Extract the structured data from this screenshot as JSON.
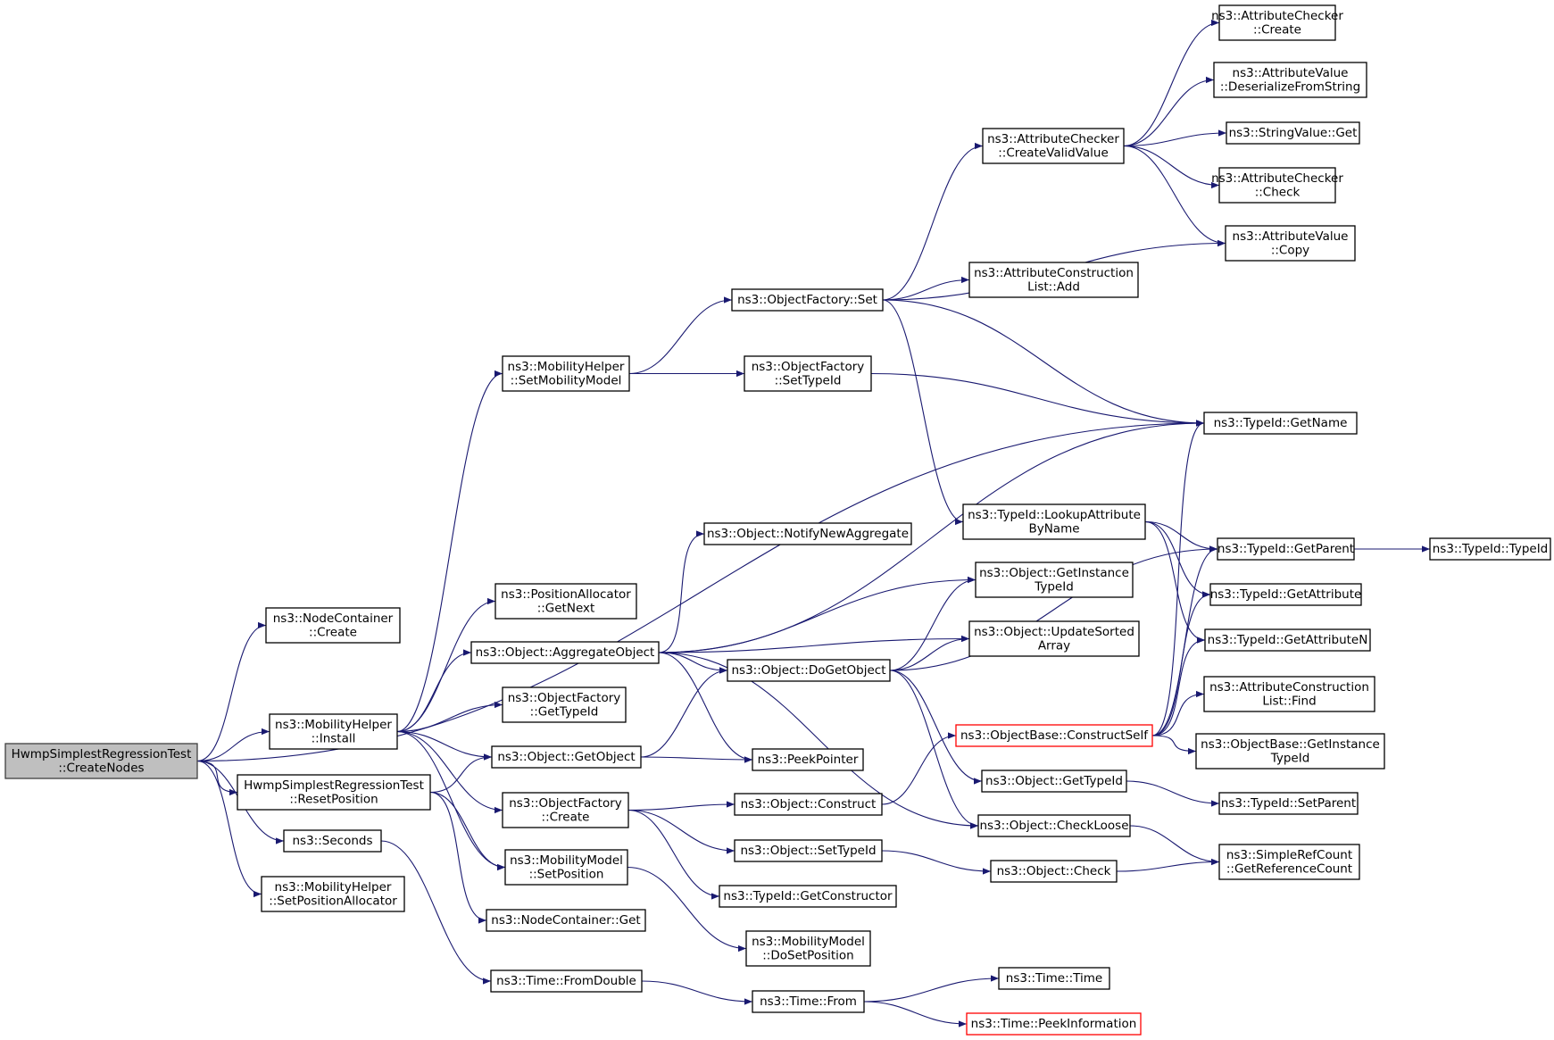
{
  "colors": {
    "edge": "#191970",
    "root_fill": "#bfbfbf",
    "truncated_border": "#ff0000"
  },
  "nodes": [
    {
      "id": "root",
      "lines": [
        "HwmpSimplestRegressionTest",
        "::CreateNodes"
      ],
      "style": "root"
    },
    {
      "id": "nc_create",
      "lines": [
        "ns3::NodeContainer",
        "::Create"
      ]
    },
    {
      "id": "mh_install",
      "lines": [
        "ns3::MobilityHelper",
        "::Install"
      ]
    },
    {
      "id": "hw_reset",
      "lines": [
        "HwmpSimplestRegressionTest",
        "::ResetPosition"
      ]
    },
    {
      "id": "seconds",
      "lines": [
        "ns3::Seconds"
      ]
    },
    {
      "id": "mh_setposalloc",
      "lines": [
        "ns3::MobilityHelper",
        "::SetPositionAllocator"
      ]
    },
    {
      "id": "mh_setmob",
      "lines": [
        "ns3::MobilityHelper",
        "::SetMobilityModel"
      ]
    },
    {
      "id": "pa_getnext",
      "lines": [
        "ns3::PositionAllocator",
        "::GetNext"
      ]
    },
    {
      "id": "obj_aggregate",
      "lines": [
        "ns3::Object::AggregateObject"
      ]
    },
    {
      "id": "of_gettypeid",
      "lines": [
        "ns3::ObjectFactory",
        "::GetTypeId"
      ]
    },
    {
      "id": "obj_getobject",
      "lines": [
        "ns3::Object::GetObject"
      ]
    },
    {
      "id": "of_create",
      "lines": [
        "ns3::ObjectFactory",
        "::Create"
      ]
    },
    {
      "id": "mm_setpos",
      "lines": [
        "ns3::MobilityModel",
        "::SetPosition"
      ]
    },
    {
      "id": "nc_get",
      "lines": [
        "ns3::NodeContainer::Get"
      ]
    },
    {
      "id": "time_fromdouble",
      "lines": [
        "ns3::Time::FromDouble"
      ]
    },
    {
      "id": "of_set",
      "lines": [
        "ns3::ObjectFactory::Set"
      ]
    },
    {
      "id": "of_settypeid",
      "lines": [
        "ns3::ObjectFactory",
        "::SetTypeId"
      ]
    },
    {
      "id": "obj_notify",
      "lines": [
        "ns3::Object::NotifyNewAggregate"
      ]
    },
    {
      "id": "obj_dogetobject",
      "lines": [
        "ns3::Object::DoGetObject"
      ]
    },
    {
      "id": "peekpointer",
      "lines": [
        "ns3::PeekPointer"
      ]
    },
    {
      "id": "obj_construct",
      "lines": [
        "ns3::Object::Construct"
      ]
    },
    {
      "id": "obj_settypeid",
      "lines": [
        "ns3::Object::SetTypeId"
      ]
    },
    {
      "id": "tid_getconstructor",
      "lines": [
        "ns3::TypeId::GetConstructor"
      ]
    },
    {
      "id": "mm_dosetpos",
      "lines": [
        "ns3::MobilityModel",
        "::DoSetPosition"
      ]
    },
    {
      "id": "time_from",
      "lines": [
        "ns3::Time::From"
      ]
    },
    {
      "id": "ac_createvalid",
      "lines": [
        "ns3::AttributeChecker",
        "::CreateValidValue"
      ]
    },
    {
      "id": "acl_add",
      "lines": [
        "ns3::AttributeConstruction",
        "List::Add"
      ]
    },
    {
      "id": "tid_lookup",
      "lines": [
        "ns3::TypeId::LookupAttribute",
        "ByName"
      ]
    },
    {
      "id": "obj_getinstance",
      "lines": [
        "ns3::Object::GetInstance",
        "TypeId"
      ]
    },
    {
      "id": "obj_updatesorted",
      "lines": [
        "ns3::Object::UpdateSorted",
        "Array"
      ]
    },
    {
      "id": "ob_constructself",
      "lines": [
        "ns3::ObjectBase::ConstructSelf"
      ],
      "style": "red"
    },
    {
      "id": "obj_gettypeid",
      "lines": [
        "ns3::Object::GetTypeId"
      ]
    },
    {
      "id": "obj_checkloose",
      "lines": [
        "ns3::Object::CheckLoose"
      ]
    },
    {
      "id": "obj_check",
      "lines": [
        "ns3::Object::Check"
      ]
    },
    {
      "id": "time_time",
      "lines": [
        "ns3::Time::Time"
      ]
    },
    {
      "id": "time_peekinfo",
      "lines": [
        "ns3::Time::PeekInformation"
      ],
      "style": "red"
    },
    {
      "id": "ac_create",
      "lines": [
        "ns3::AttributeChecker",
        "::Create"
      ]
    },
    {
      "id": "av_deserialize",
      "lines": [
        "ns3::AttributeValue",
        "::DeserializeFromString"
      ]
    },
    {
      "id": "sv_get",
      "lines": [
        "ns3::StringValue::Get"
      ]
    },
    {
      "id": "ac_check",
      "lines": [
        "ns3::AttributeChecker",
        "::Check"
      ]
    },
    {
      "id": "av_copy",
      "lines": [
        "ns3::AttributeValue",
        "::Copy"
      ]
    },
    {
      "id": "tid_getname",
      "lines": [
        "ns3::TypeId::GetName"
      ]
    },
    {
      "id": "tid_getparent",
      "lines": [
        "ns3::TypeId::GetParent"
      ]
    },
    {
      "id": "tid_getattribute",
      "lines": [
        "ns3::TypeId::GetAttribute"
      ]
    },
    {
      "id": "tid_getattributen",
      "lines": [
        "ns3::TypeId::GetAttributeN"
      ]
    },
    {
      "id": "acl_find",
      "lines": [
        "ns3::AttributeConstruction",
        "List::Find"
      ]
    },
    {
      "id": "ob_getinstance",
      "lines": [
        "ns3::ObjectBase::GetInstance",
        "TypeId"
      ]
    },
    {
      "id": "tid_setparent",
      "lines": [
        "ns3::TypeId::SetParent"
      ]
    },
    {
      "id": "src_getrefcount",
      "lines": [
        "ns3::SimpleRefCount",
        "::GetReferenceCount"
      ]
    },
    {
      "id": "tid_typeid",
      "lines": [
        "ns3::TypeId::TypeId"
      ]
    }
  ],
  "edges": [
    [
      "root",
      "nc_create"
    ],
    [
      "root",
      "mh_install"
    ],
    [
      "root",
      "hw_reset"
    ],
    [
      "root",
      "seconds"
    ],
    [
      "root",
      "mh_setposalloc"
    ],
    [
      "root",
      "tid_getname"
    ],
    [
      "mh_install",
      "mh_setmob"
    ],
    [
      "mh_install",
      "pa_getnext"
    ],
    [
      "mh_install",
      "obj_aggregate"
    ],
    [
      "mh_install",
      "of_gettypeid"
    ],
    [
      "mh_install",
      "obj_getobject"
    ],
    [
      "mh_install",
      "of_create"
    ],
    [
      "mh_install",
      "mm_setpos"
    ],
    [
      "hw_reset",
      "obj_getobject"
    ],
    [
      "hw_reset",
      "mm_setpos"
    ],
    [
      "hw_reset",
      "nc_get"
    ],
    [
      "seconds",
      "time_fromdouble"
    ],
    [
      "mh_setmob",
      "of_set"
    ],
    [
      "mh_setmob",
      "of_settypeid"
    ],
    [
      "obj_aggregate",
      "obj_notify"
    ],
    [
      "obj_aggregate",
      "obj_dogetobject"
    ],
    [
      "obj_aggregate",
      "peekpointer"
    ],
    [
      "obj_aggregate",
      "tid_getname"
    ],
    [
      "obj_aggregate",
      "obj_getinstance"
    ],
    [
      "obj_aggregate",
      "obj_updatesorted"
    ],
    [
      "obj_aggregate",
      "obj_checkloose"
    ],
    [
      "obj_getobject",
      "obj_dogetobject"
    ],
    [
      "obj_getobject",
      "peekpointer"
    ],
    [
      "of_create",
      "obj_construct"
    ],
    [
      "of_create",
      "obj_settypeid"
    ],
    [
      "of_create",
      "tid_getconstructor"
    ],
    [
      "mm_setpos",
      "mm_dosetpos"
    ],
    [
      "time_fromdouble",
      "time_from"
    ],
    [
      "of_set",
      "ac_createvalid"
    ],
    [
      "of_set",
      "acl_add"
    ],
    [
      "of_set",
      "tid_lookup"
    ],
    [
      "of_set",
      "tid_getname"
    ],
    [
      "of_set",
      "av_copy"
    ],
    [
      "of_settypeid",
      "tid_getname"
    ],
    [
      "obj_dogetobject",
      "obj_getinstance"
    ],
    [
      "obj_dogetobject",
      "obj_updatesorted"
    ],
    [
      "obj_dogetobject",
      "tid_getparent"
    ],
    [
      "obj_dogetobject",
      "obj_gettypeid"
    ],
    [
      "obj_dogetobject",
      "obj_checkloose"
    ],
    [
      "obj_construct",
      "ob_constructself"
    ],
    [
      "obj_settypeid",
      "obj_check"
    ],
    [
      "time_from",
      "time_time"
    ],
    [
      "time_from",
      "time_peekinfo"
    ],
    [
      "ac_createvalid",
      "ac_create"
    ],
    [
      "ac_createvalid",
      "av_deserialize"
    ],
    [
      "ac_createvalid",
      "sv_get"
    ],
    [
      "ac_createvalid",
      "ac_check"
    ],
    [
      "ac_createvalid",
      "av_copy"
    ],
    [
      "tid_lookup",
      "tid_getparent"
    ],
    [
      "tid_lookup",
      "tid_getattribute"
    ],
    [
      "tid_lookup",
      "tid_getattributen"
    ],
    [
      "ob_constructself",
      "tid_getname"
    ],
    [
      "ob_constructself",
      "tid_getparent"
    ],
    [
      "ob_constructself",
      "tid_getattribute"
    ],
    [
      "ob_constructself",
      "tid_getattributen"
    ],
    [
      "ob_constructself",
      "acl_find"
    ],
    [
      "ob_constructself",
      "ob_getinstance"
    ],
    [
      "obj_gettypeid",
      "tid_setparent"
    ],
    [
      "obj_checkloose",
      "src_getrefcount"
    ],
    [
      "obj_check",
      "src_getrefcount"
    ],
    [
      "tid_getparent",
      "tid_typeid"
    ]
  ]
}
